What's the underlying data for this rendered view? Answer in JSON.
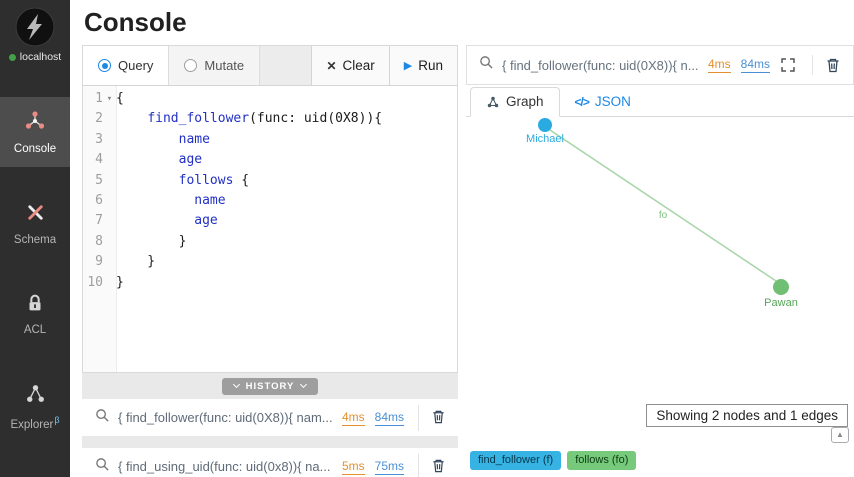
{
  "sidebar": {
    "host": {
      "label": "localhost",
      "status_color": "#43a047"
    },
    "items": [
      {
        "label": "Console"
      },
      {
        "label": "Schema"
      },
      {
        "label": "ACL"
      },
      {
        "label": "Explorer",
        "beta": "β"
      }
    ]
  },
  "header": {
    "title": "Console"
  },
  "editor": {
    "mode_tabs": {
      "query": "Query",
      "mutate": "Mutate"
    },
    "actions": {
      "clear": "Clear",
      "run": "Run"
    },
    "code_lines": [
      {
        "no": "1",
        "fold": true,
        "tokens": [
          {
            "t": "{",
            "c": "p"
          }
        ]
      },
      {
        "no": "2",
        "fold": false,
        "tokens": [
          {
            "t": "    ",
            "c": "p"
          },
          {
            "t": "find_follower",
            "c": "id"
          },
          {
            "t": "(func: uid(0X8)){",
            "c": "p"
          }
        ]
      },
      {
        "no": "3",
        "fold": false,
        "tokens": [
          {
            "t": "        ",
            "c": "p"
          },
          {
            "t": "name",
            "c": "id"
          }
        ]
      },
      {
        "no": "4",
        "fold": false,
        "tokens": [
          {
            "t": "        ",
            "c": "p"
          },
          {
            "t": "age",
            "c": "id"
          }
        ]
      },
      {
        "no": "5",
        "fold": false,
        "tokens": [
          {
            "t": "        ",
            "c": "p"
          },
          {
            "t": "follows",
            "c": "id"
          },
          {
            "t": " {",
            "c": "p"
          }
        ]
      },
      {
        "no": "6",
        "fold": false,
        "tokens": [
          {
            "t": "          ",
            "c": "p"
          },
          {
            "t": "name",
            "c": "id"
          }
        ]
      },
      {
        "no": "7",
        "fold": false,
        "tokens": [
          {
            "t": "          ",
            "c": "p"
          },
          {
            "t": "age",
            "c": "id"
          }
        ]
      },
      {
        "no": "8",
        "fold": false,
        "tokens": [
          {
            "t": "        }",
            "c": "p"
          }
        ]
      },
      {
        "no": "9",
        "fold": false,
        "tokens": [
          {
            "t": "    }",
            "c": "p"
          }
        ]
      },
      {
        "no": "10",
        "fold": false,
        "tokens": [
          {
            "t": "}",
            "c": "p"
          }
        ]
      }
    ],
    "history_label": "HISTORY",
    "history": [
      {
        "query": "{ find_follower(func: uid(0X8)){ nam...",
        "server_latency": "4ms",
        "total_latency": "84ms"
      },
      {
        "query": "{ find_using_uid(func: uid(0x8)){ na...",
        "server_latency": "5ms",
        "total_latency": "75ms"
      }
    ]
  },
  "results": {
    "query_bar": {
      "query": "{ find_follower(func: uid(0X8)){ n...",
      "server_latency": "4ms",
      "total_latency": "84ms"
    },
    "tabs": [
      {
        "label": "Graph"
      },
      {
        "label": "JSON"
      }
    ],
    "graph": {
      "nodes": [
        {
          "label": "Michael",
          "color": "#29abe2"
        },
        {
          "label": "Pawan",
          "color": "#71bf74"
        }
      ],
      "edges": [
        {
          "label": "fo",
          "color": "#a8d5a8"
        }
      ],
      "status": "Showing 2 nodes and 1 edges"
    },
    "legend": [
      {
        "label": "find_follower (f)",
        "color": "#36b3e3"
      },
      {
        "label": "follows (fo)",
        "color": "#77c97b"
      }
    ]
  },
  "colors": {
    "accent_blue": "#1e88e5",
    "latency_server": "#e2902f",
    "latency_total": "#4a8fd4"
  }
}
